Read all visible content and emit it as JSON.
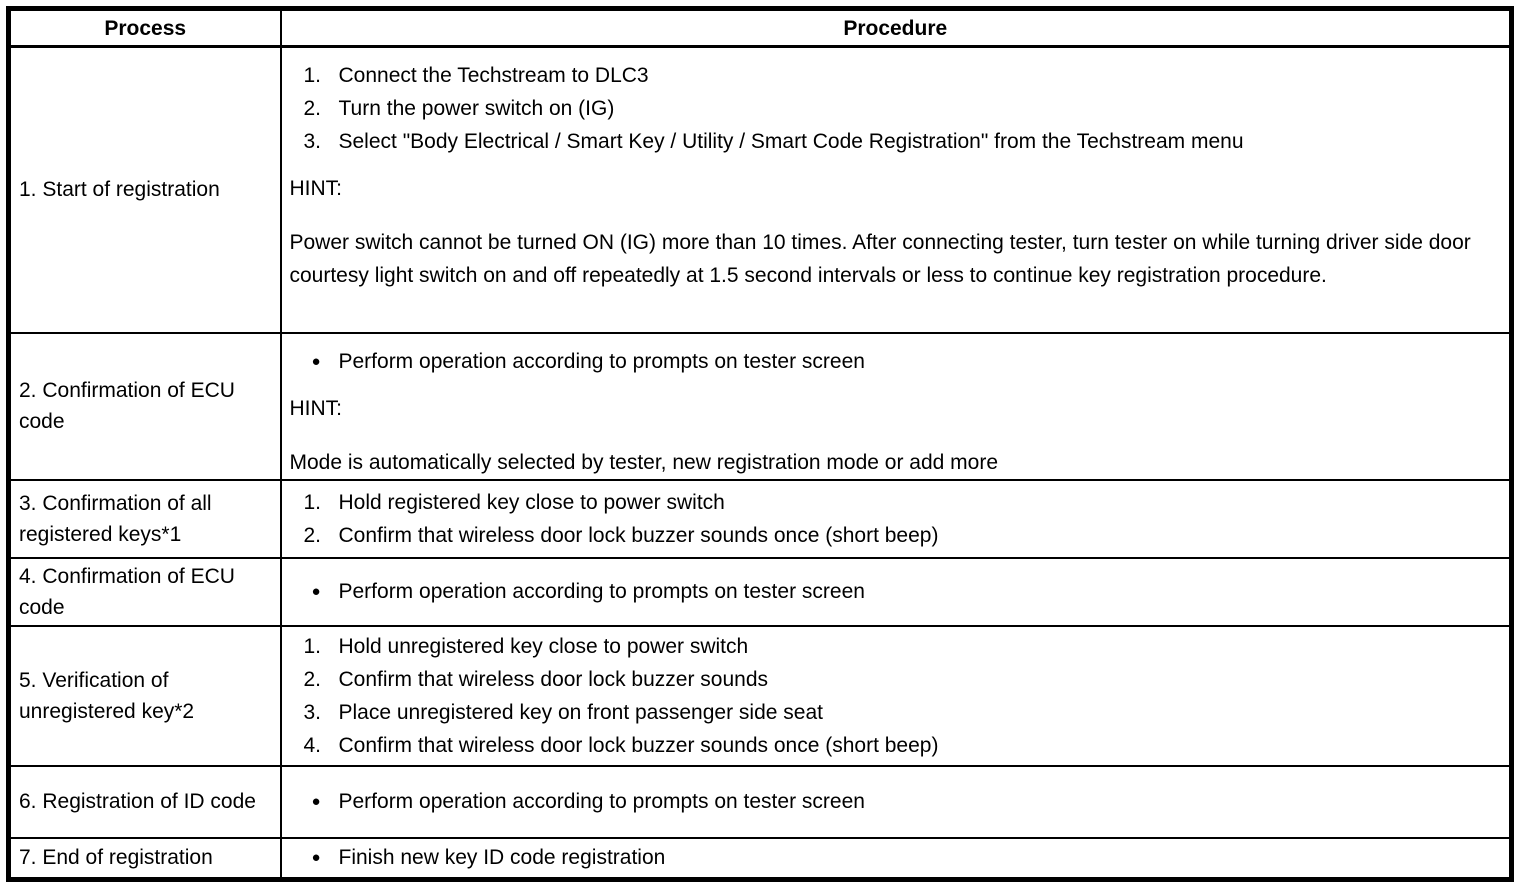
{
  "icons": {
    "bullet": "●"
  },
  "header": {
    "process": "Process",
    "procedure": "Procedure"
  },
  "rows": [
    {
      "process": "1. Start of registration",
      "steps": [
        {
          "num": "1.",
          "text": "Connect the Techstream to DLC3"
        },
        {
          "num": "2.",
          "text": "Turn the power switch on (IG)"
        },
        {
          "num": "3.",
          "text": "Select \"Body Electrical / Smart Key / Utility / Smart Code Registration\" from the Techstream menu"
        }
      ],
      "hint_label": "HINT:",
      "hint_text": "Power switch cannot be turned ON (IG) more than 10 times. After connecting tester, turn tester on while turning driver side door courtesy light switch on and off repeatedly at 1.5 second intervals or less to continue key registration procedure."
    },
    {
      "process": "2. Confirmation of ECU code",
      "bullets": [
        {
          "text": "Perform operation according to prompts on tester screen"
        }
      ],
      "hint_label": "HINT:",
      "hint_text": "Mode is automatically selected by tester, new registration mode or add more"
    },
    {
      "process": "3. Confirmation of all registered keys*1",
      "steps": [
        {
          "num": "1.",
          "text": "Hold registered key close to power switch"
        },
        {
          "num": "2.",
          "text": "Confirm that wireless door lock buzzer sounds once (short beep)"
        }
      ]
    },
    {
      "process": "4. Confirmation of ECU code",
      "bullets": [
        {
          "text": "Perform operation according to prompts on tester screen"
        }
      ]
    },
    {
      "process": "5. Verification of unregistered key*2",
      "steps": [
        {
          "num": "1.",
          "text": "Hold unregistered key close to power switch"
        },
        {
          "num": "2.",
          "text": "Confirm that wireless door lock buzzer sounds"
        },
        {
          "num": "3.",
          "text": "Place unregistered key on front passenger side seat"
        },
        {
          "num": "4.",
          "text": "Confirm that wireless door lock buzzer sounds once (short beep)"
        }
      ]
    },
    {
      "process": "6. Registration of ID code",
      "bullets": [
        {
          "text": "Perform operation according to prompts on tester screen"
        }
      ]
    },
    {
      "process": "7. End of registration",
      "bullets": [
        {
          "text": "Finish new key ID code registration"
        }
      ]
    }
  ]
}
